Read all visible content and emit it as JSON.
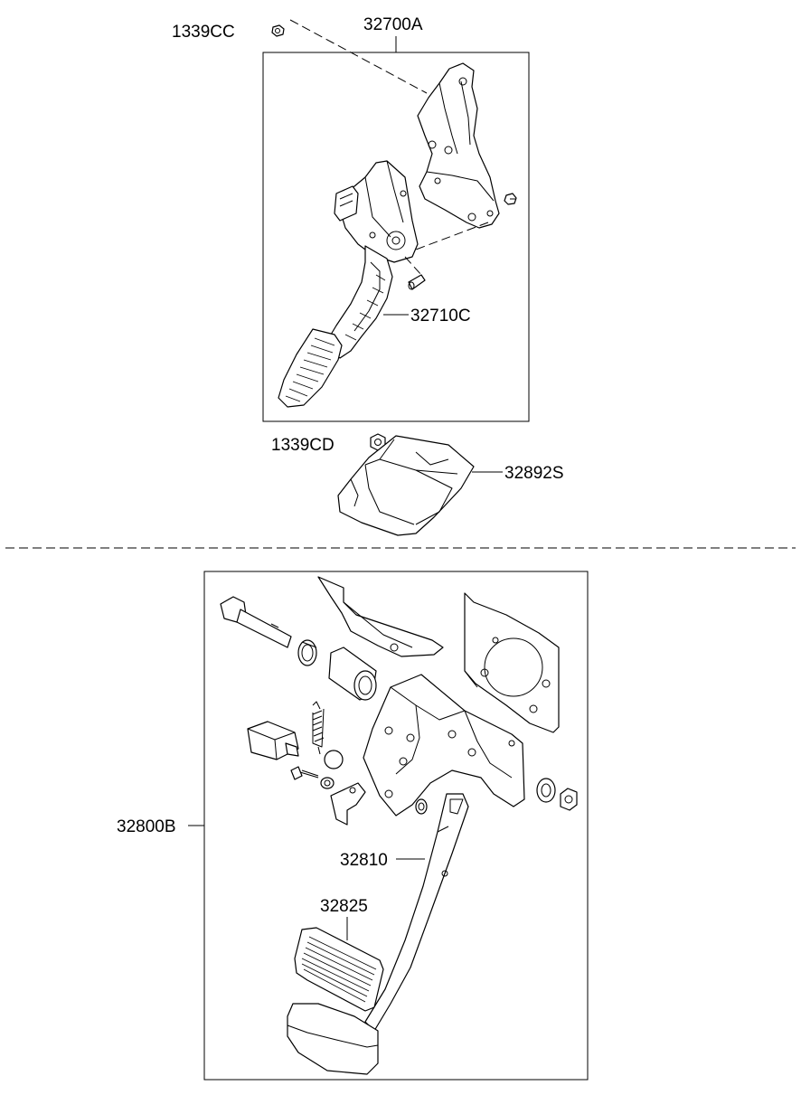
{
  "diagram": {
    "labels": {
      "p1339CC": "1339CC",
      "p32700A": "32700A",
      "p32710C": "32710C",
      "p1339CD": "1339CD",
      "p32892S": "32892S",
      "p32800B": "32800B",
      "p32810": "32810",
      "p32825": "32825"
    }
  }
}
